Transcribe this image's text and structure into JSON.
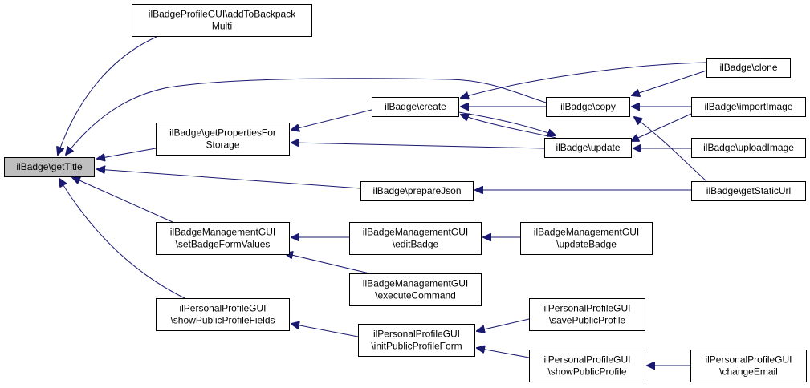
{
  "diagram": {
    "colors": {
      "edge": "#191970",
      "root_fill": "#bfbfbf",
      "node_fill": "#ffffff",
      "border": "#000000"
    },
    "nodes": {
      "getTitle": {
        "lines": [
          "ilBadge\\getTitle"
        ]
      },
      "addToBackpackMulti": {
        "lines": [
          "ilBadgeProfileGUI\\addToBackpack",
          "Multi"
        ]
      },
      "getPropertiesForStorage": {
        "lines": [
          "ilBadge\\getPropertiesFor",
          "Storage"
        ]
      },
      "prepareJson": {
        "lines": [
          "ilBadge\\prepareJson"
        ]
      },
      "setBadgeFormValues": {
        "lines": [
          "ilBadgeManagementGUI",
          "\\setBadgeFormValues"
        ]
      },
      "showPublicProfileFields": {
        "lines": [
          "ilPersonalProfileGUI",
          "\\showPublicProfileFields"
        ]
      },
      "create": {
        "lines": [
          "ilBadge\\create"
        ]
      },
      "update": {
        "lines": [
          "ilBadge\\update"
        ]
      },
      "editBadge": {
        "lines": [
          "ilBadgeManagementGUI",
          "\\editBadge"
        ]
      },
      "executeCommand": {
        "lines": [
          "ilBadgeManagementGUI",
          "\\executeCommand"
        ]
      },
      "initPublicProfileForm": {
        "lines": [
          "ilPersonalProfileGUI",
          "\\initPublicProfileForm"
        ]
      },
      "copy": {
        "lines": [
          "ilBadge\\copy"
        ]
      },
      "updateBadge": {
        "lines": [
          "ilBadgeManagementGUI",
          "\\updateBadge"
        ]
      },
      "savePublicProfile": {
        "lines": [
          "ilPersonalProfileGUI",
          "\\savePublicProfile"
        ]
      },
      "showPublicProfile": {
        "lines": [
          "ilPersonalProfileGUI",
          "\\showPublicProfile"
        ]
      },
      "clone": {
        "lines": [
          "ilBadge\\clone"
        ]
      },
      "importImage": {
        "lines": [
          "ilBadge\\importImage"
        ]
      },
      "uploadImage": {
        "lines": [
          "ilBadge\\uploadImage"
        ]
      },
      "getStaticUrl": {
        "lines": [
          "ilBadge\\getStaticUrl"
        ]
      },
      "changeEmail": {
        "lines": [
          "ilPersonalProfileGUI",
          "\\changeEmail"
        ]
      }
    },
    "edges": [
      {
        "from": "addToBackpackMulti",
        "to": "getTitle"
      },
      {
        "from": "getPropertiesForStorage",
        "to": "getTitle"
      },
      {
        "from": "copy",
        "to": "getTitle"
      },
      {
        "from": "prepareJson",
        "to": "getTitle"
      },
      {
        "from": "setBadgeFormValues",
        "to": "getTitle"
      },
      {
        "from": "showPublicProfileFields",
        "to": "getTitle"
      },
      {
        "from": "create",
        "to": "getPropertiesForStorage"
      },
      {
        "from": "update",
        "to": "getPropertiesForStorage"
      },
      {
        "from": "copy",
        "to": "create"
      },
      {
        "from": "clone",
        "to": "create"
      },
      {
        "from": "update",
        "to": "create"
      },
      {
        "from": "create",
        "to": "update"
      },
      {
        "from": "clone",
        "to": "copy"
      },
      {
        "from": "importImage",
        "to": "copy"
      },
      {
        "from": "getStaticUrl",
        "to": "copy"
      },
      {
        "from": "importImage",
        "to": "update"
      },
      {
        "from": "uploadImage",
        "to": "update"
      },
      {
        "from": "getStaticUrl",
        "to": "prepareJson"
      },
      {
        "from": "editBadge",
        "to": "setBadgeFormValues"
      },
      {
        "from": "executeCommand",
        "to": "setBadgeFormValues"
      },
      {
        "from": "updateBadge",
        "to": "editBadge"
      },
      {
        "from": "initPublicProfileForm",
        "to": "showPublicProfileFields"
      },
      {
        "from": "savePublicProfile",
        "to": "initPublicProfileForm"
      },
      {
        "from": "showPublicProfile",
        "to": "initPublicProfileForm"
      },
      {
        "from": "changeEmail",
        "to": "showPublicProfile"
      }
    ]
  }
}
